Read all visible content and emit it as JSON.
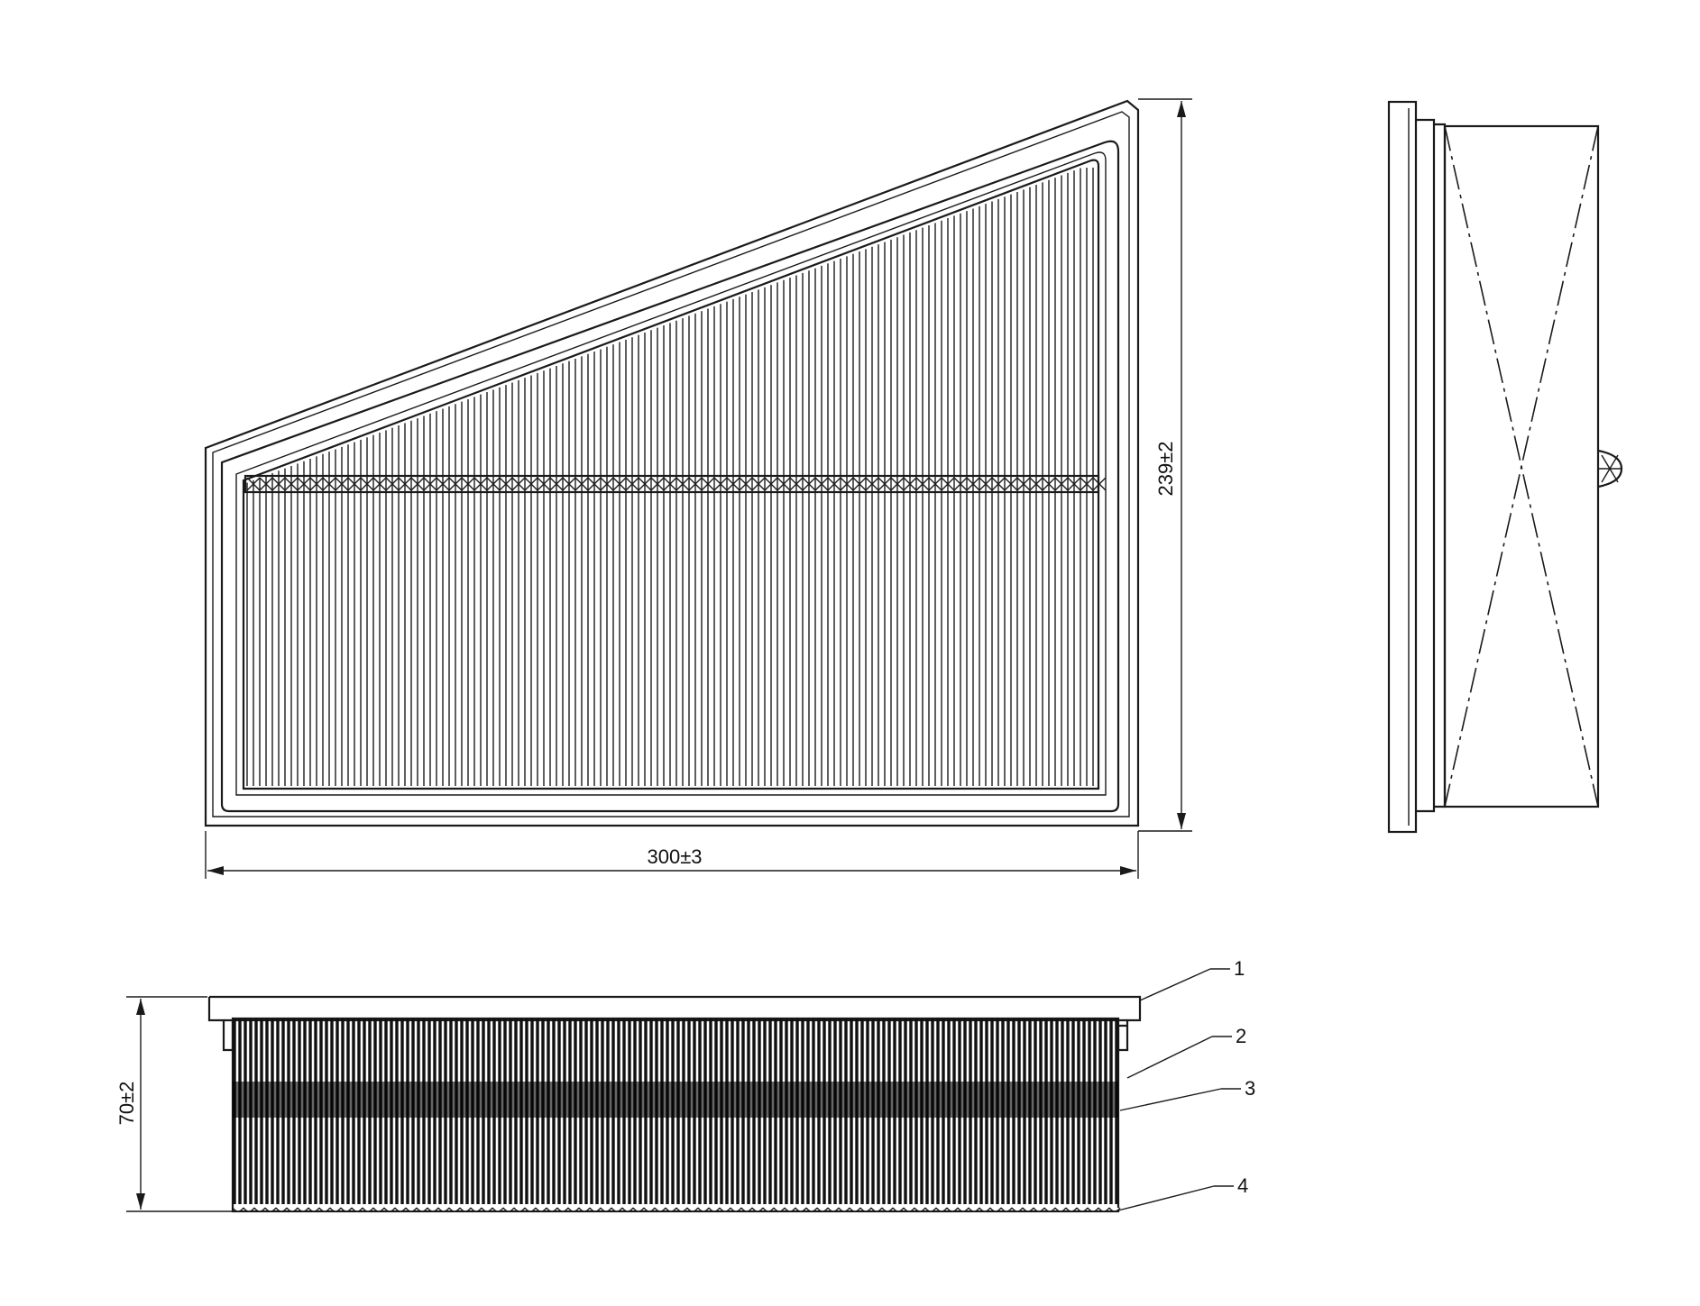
{
  "dimensions": {
    "width_label": "300±3",
    "height_label": "239±2",
    "depth_label": "70±2"
  },
  "callouts": [
    {
      "label": "1"
    },
    {
      "label": "2"
    },
    {
      "label": "3"
    },
    {
      "label": "4"
    }
  ]
}
